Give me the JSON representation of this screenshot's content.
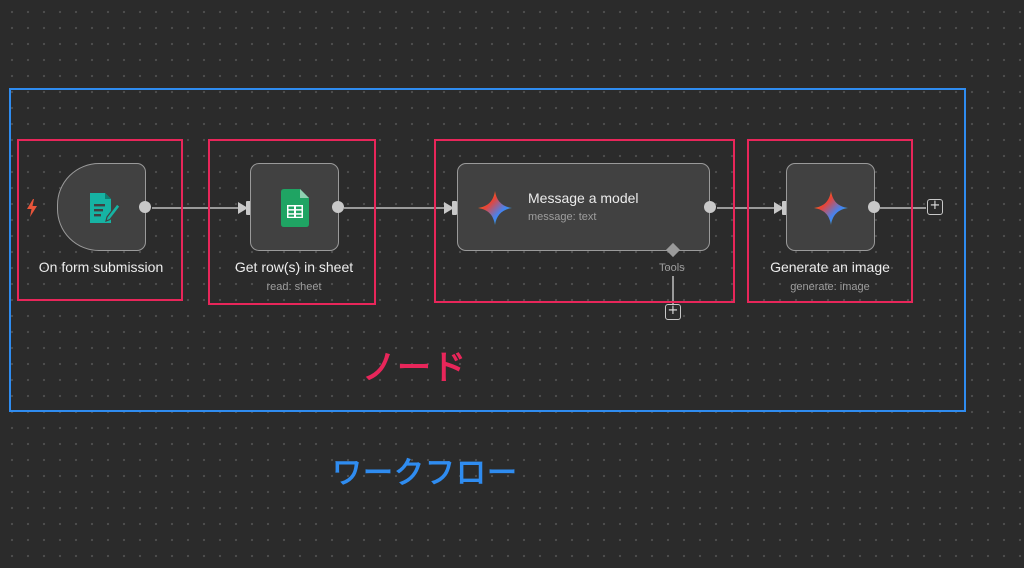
{
  "nodes": [
    {
      "title": "On form submission",
      "subtitle": "",
      "icon": "form-icon"
    },
    {
      "title": "Get row(s) in sheet",
      "subtitle": "read: sheet",
      "icon": "google-sheets-icon"
    },
    {
      "title": "Message a model",
      "subtitle": "message: text",
      "icon": "gemini-icon"
    },
    {
      "title": "Generate an image",
      "subtitle": "generate: image",
      "icon": "gemini-icon"
    }
  ],
  "tools_label": "Tools",
  "plus_symbol": "+",
  "annotations": {
    "node_label": "ノード",
    "workflow_label": "ワークフロー"
  },
  "colors": {
    "node_frame": "#e8265a",
    "workflow_frame": "#2f8cf0",
    "trigger_bolt": "#e8553a",
    "form_icon": "#16b3a3",
    "sheets_icon": "#1fa463"
  }
}
